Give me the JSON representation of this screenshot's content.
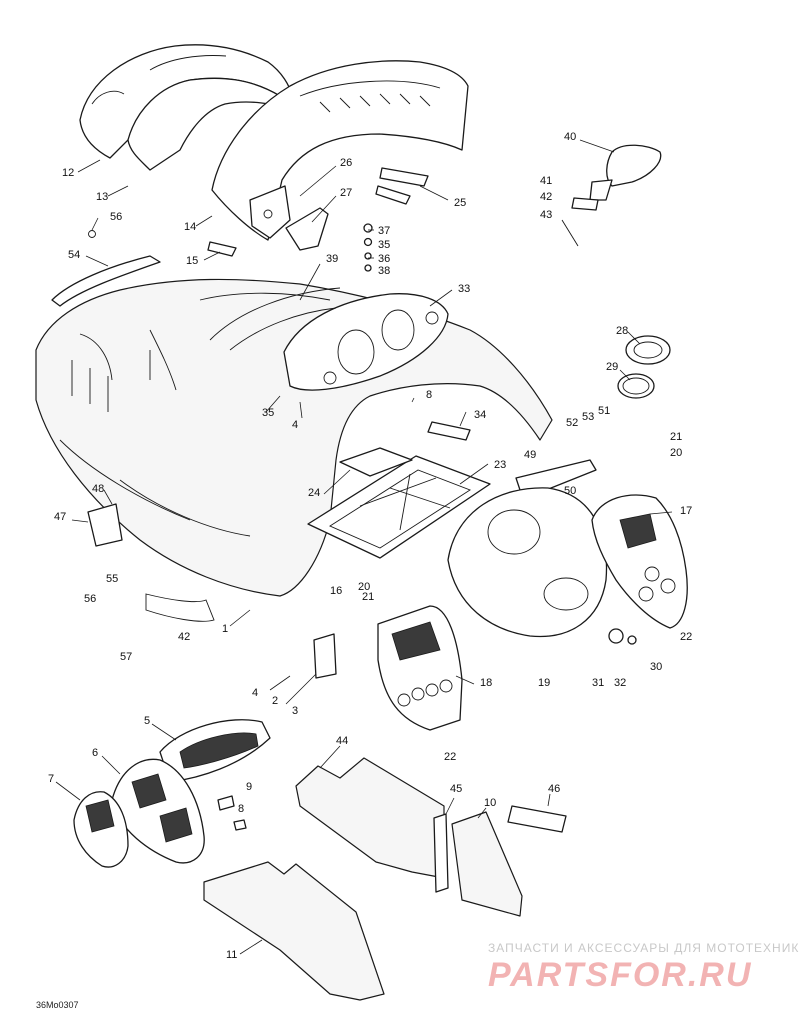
{
  "diagram": {
    "drawing_code": "36Mo0307",
    "watermark": {
      "tagline": "ЗАПЧАСТИ И АКСЕССУАРЫ ДЛЯ МОТОТЕХНИКИ",
      "logo": "PARTSFOR.RU"
    },
    "callouts": [
      "12",
      "13",
      "14",
      "15",
      "26",
      "27",
      "25",
      "40",
      "41",
      "42",
      "43",
      "56",
      "54",
      "37",
      "35",
      "36",
      "38",
      "39",
      "33",
      "28",
      "29",
      "35",
      "4",
      "8",
      "34",
      "52",
      "53",
      "51",
      "21",
      "20",
      "49",
      "50",
      "23",
      "24",
      "17",
      "48",
      "47",
      "21",
      "20",
      "16",
      "55",
      "56",
      "42",
      "57",
      "1",
      "22",
      "30",
      "31",
      "32",
      "19",
      "18",
      "4",
      "2",
      "3",
      "22",
      "5",
      "44",
      "6",
      "9",
      "8",
      "7",
      "45",
      "10",
      "46",
      "11"
    ]
  }
}
